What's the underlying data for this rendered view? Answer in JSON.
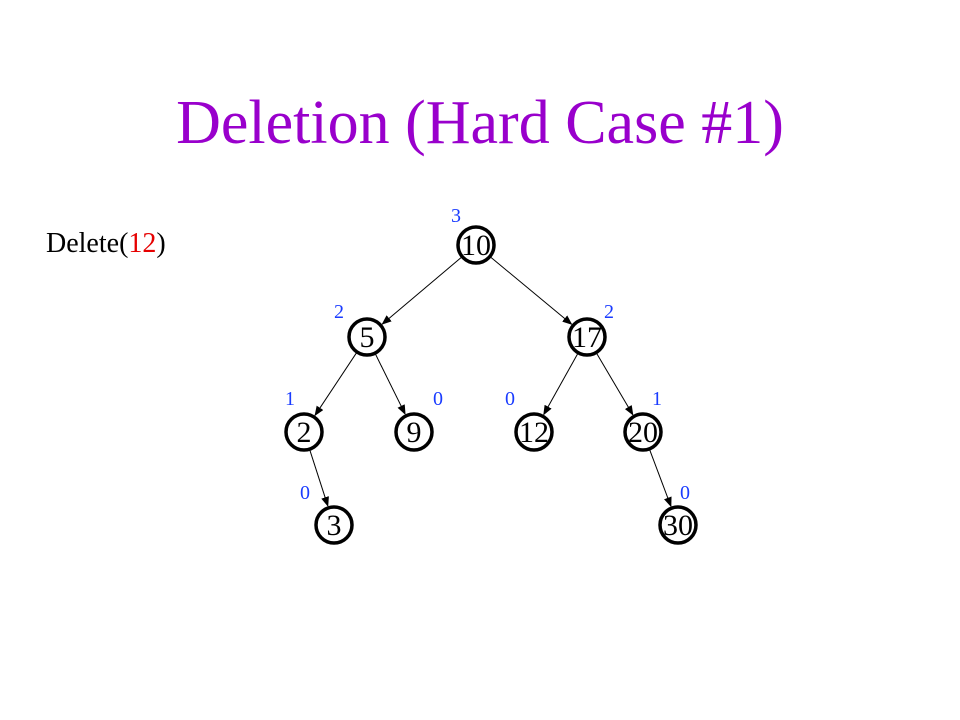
{
  "title": "Deletion (Hard Case #1)",
  "operation": {
    "prefix": "Delete(",
    "argument": "12",
    "suffix": ")"
  },
  "colors": {
    "title": "#9900cc",
    "argument": "#e60000",
    "height": "#1a3cff"
  },
  "tree": {
    "nodes": [
      {
        "id": "n10",
        "key": "10",
        "height": "3"
      },
      {
        "id": "n5",
        "key": "5",
        "height": "2"
      },
      {
        "id": "n17",
        "key": "17",
        "height": "2"
      },
      {
        "id": "n2",
        "key": "2",
        "height": "1"
      },
      {
        "id": "n9",
        "key": "9",
        "height": "0"
      },
      {
        "id": "n12",
        "key": "12",
        "height": "0"
      },
      {
        "id": "n20",
        "key": "20",
        "height": "1"
      },
      {
        "id": "n3",
        "key": "3",
        "height": "0"
      },
      {
        "id": "n30",
        "key": "30",
        "height": "0"
      }
    ],
    "edges": [
      {
        "from": "n10",
        "to": "n5"
      },
      {
        "from": "n10",
        "to": "n17"
      },
      {
        "from": "n5",
        "to": "n2"
      },
      {
        "from": "n5",
        "to": "n9"
      },
      {
        "from": "n17",
        "to": "n12"
      },
      {
        "from": "n17",
        "to": "n20"
      },
      {
        "from": "n2",
        "to": "n3"
      },
      {
        "from": "n20",
        "to": "n30"
      }
    ]
  }
}
